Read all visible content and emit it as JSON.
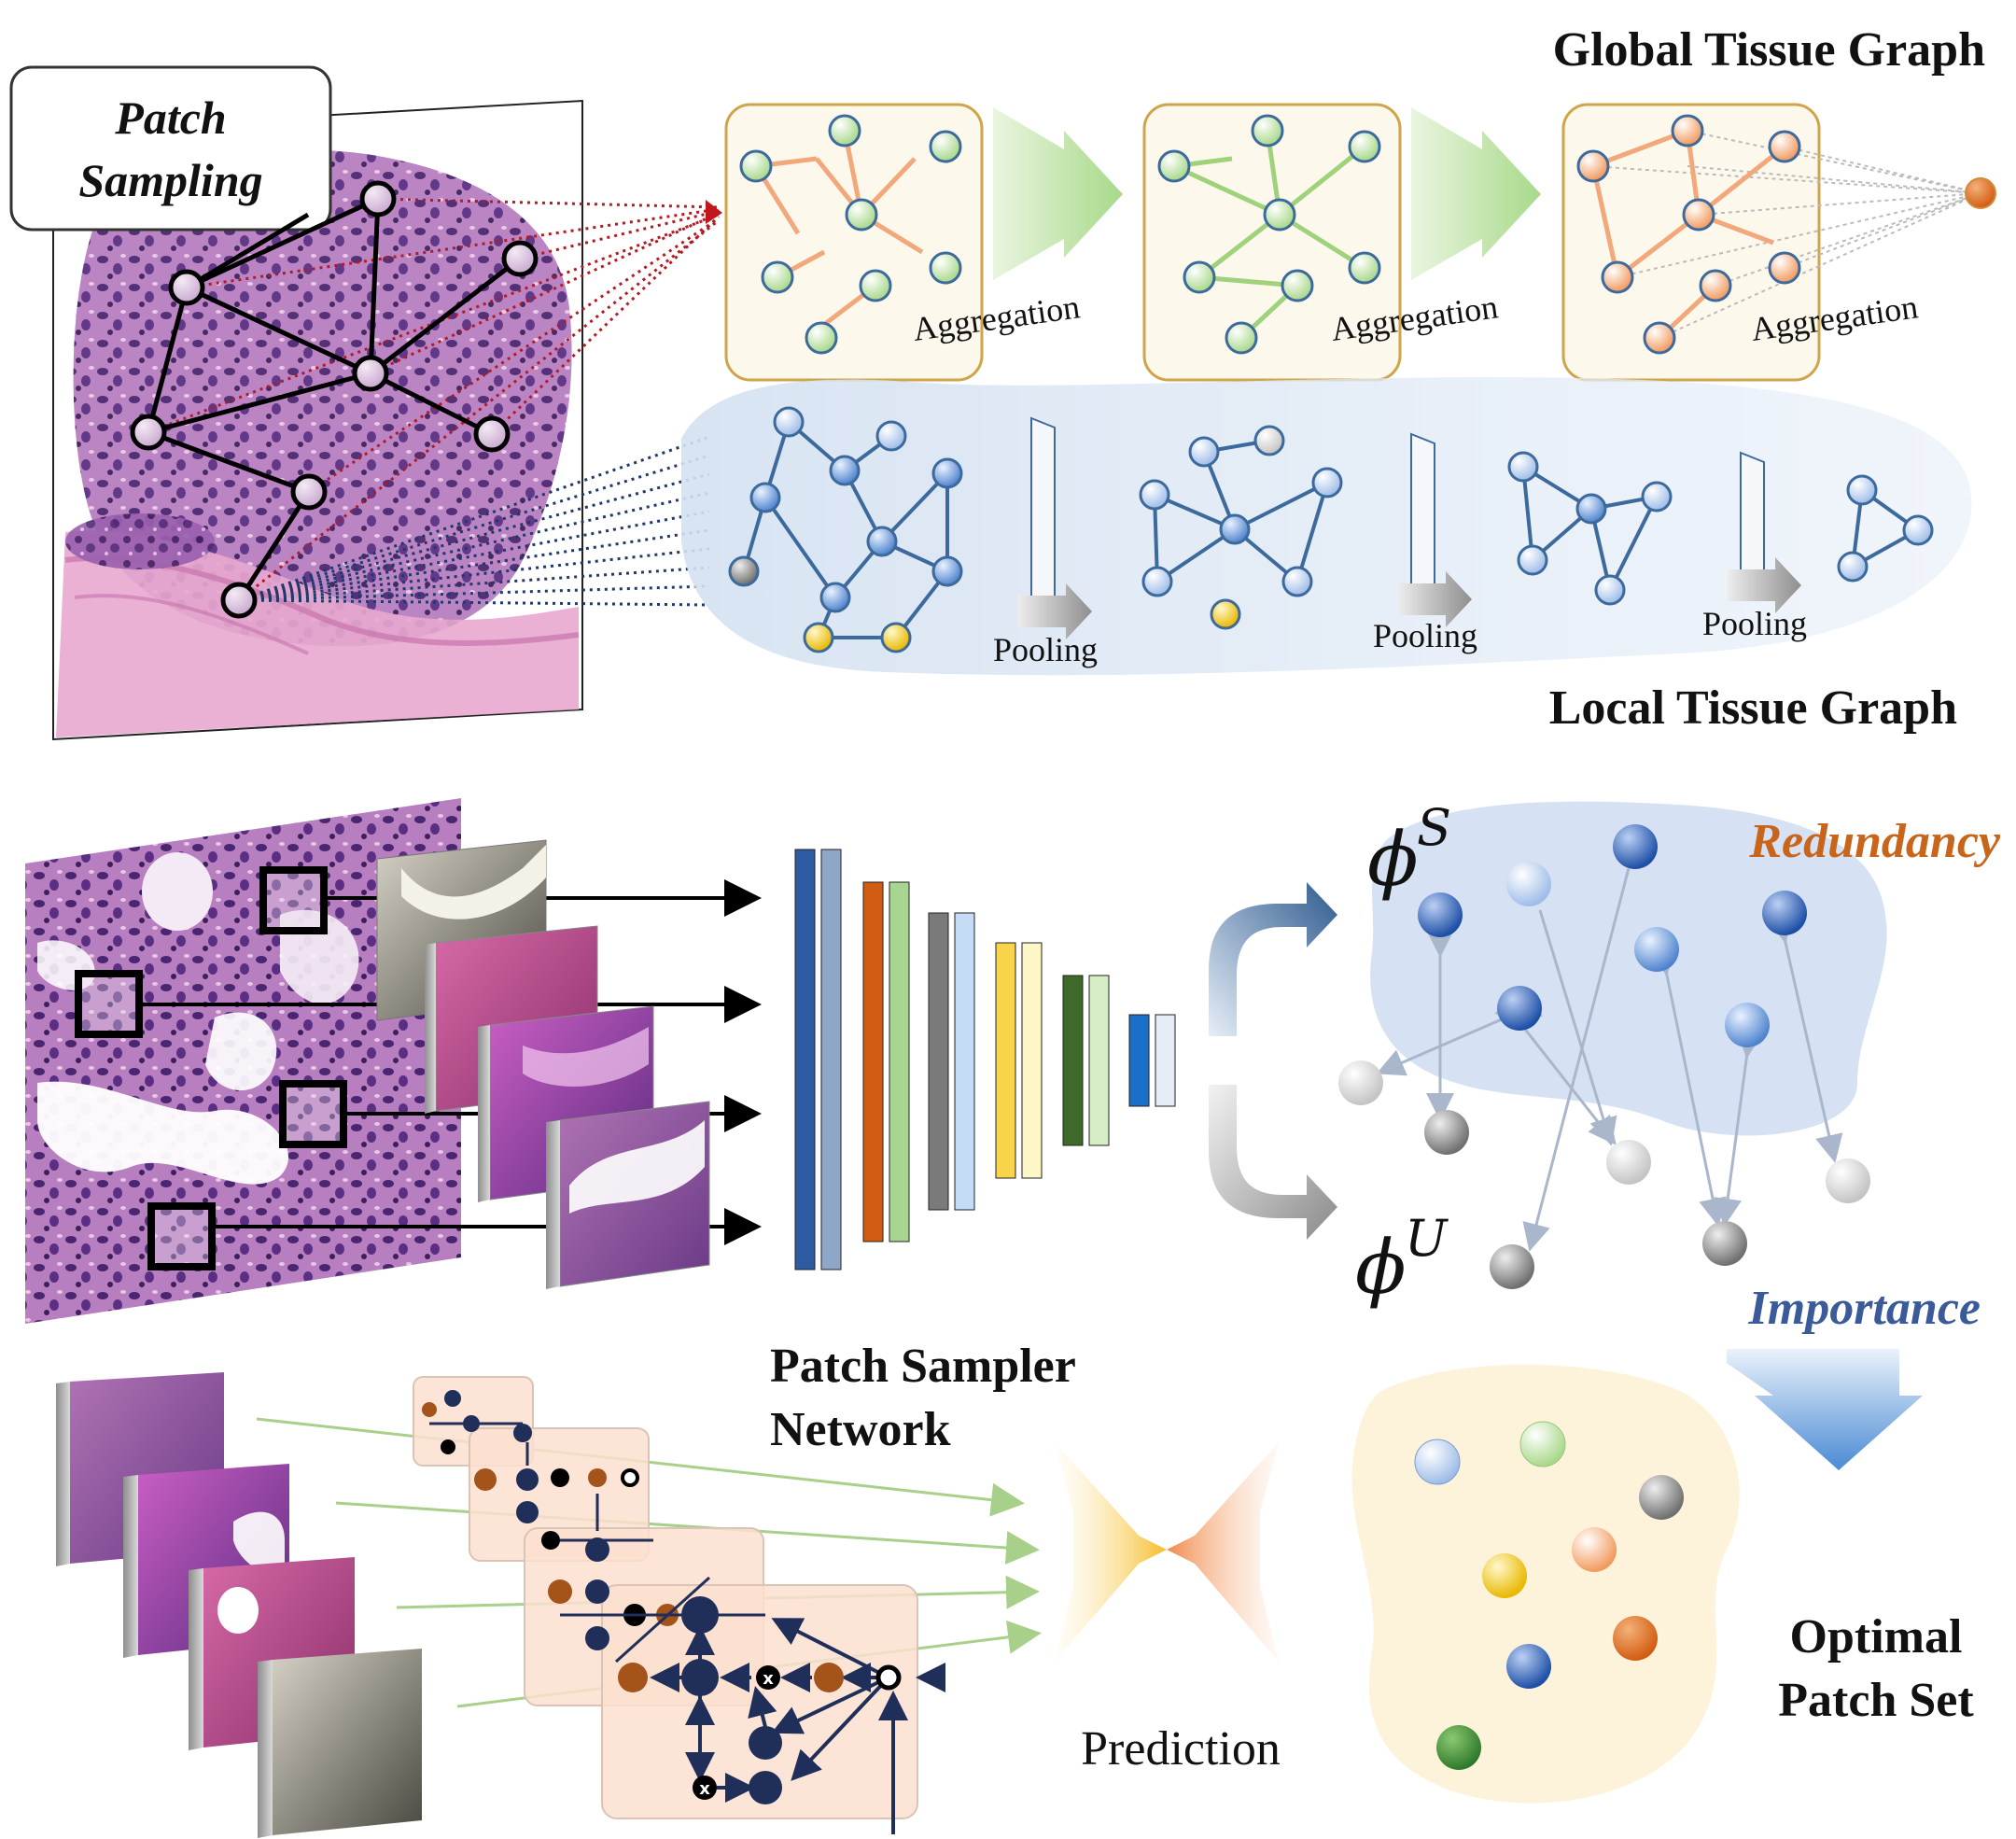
{
  "panel_top": {
    "patch_sampling_label": [
      "Patch",
      "Sampling"
    ],
    "global_title": "Global Tissue Graph",
    "local_title": "Local Tissue Graph",
    "aggregation_label": "Aggregation",
    "pooling_label": "Pooling"
  },
  "panel_middle": {
    "network_label": [
      "Patch Sampler",
      "Network"
    ],
    "phi_s": "ϕ",
    "phi_s_sup": "S",
    "phi_u": "ϕ",
    "phi_u_sup": "U",
    "redundancy_label": "Redundancy",
    "importance_label": "Importance"
  },
  "panel_bottom": {
    "prediction_label": "Prediction",
    "optimal_label": [
      "Optimal",
      "Patch Set"
    ]
  },
  "colors": {
    "orange_accent": "#c8651b",
    "blue_accent": "#3a5a9a",
    "global_node": "#c8e6a8",
    "local_node": "#5b8fd0",
    "edge_orange": "#f2a87b",
    "edge_green": "#9fd27a",
    "edge_blue": "#3d6a9c",
    "lstm_dark": "#1f2f5a",
    "lstm_brown": "#a4541a"
  }
}
